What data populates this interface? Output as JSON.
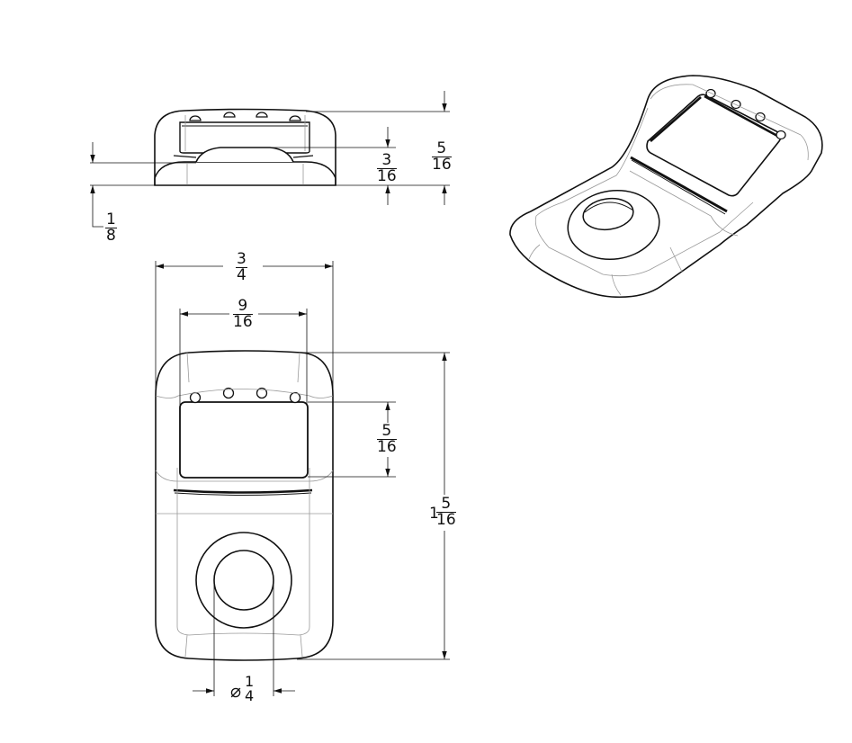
{
  "drawing": {
    "title": "Technical drawing - dimensioned views",
    "stroke_color": "#111111",
    "thin_line_color": "#9a9a9a",
    "background": "#ffffff",
    "views": [
      "side-view",
      "top-view",
      "isometric-view"
    ]
  },
  "dimensions": {
    "side_total_height": {
      "num": "5",
      "den": "16"
    },
    "side_body_height": {
      "num": "3",
      "den": "16"
    },
    "side_base_height": {
      "num": "1",
      "den": "8"
    },
    "top_overall_width": {
      "num": "3",
      "den": "4"
    },
    "top_window_width": {
      "num": "9",
      "den": "16"
    },
    "top_window_height": {
      "num": "5",
      "den": "16"
    },
    "top_overall_length": {
      "whole": "1",
      "num": "5",
      "den": "16"
    },
    "hole_diameter": {
      "symbol": "⌀",
      "num": "1",
      "den": "4"
    }
  }
}
